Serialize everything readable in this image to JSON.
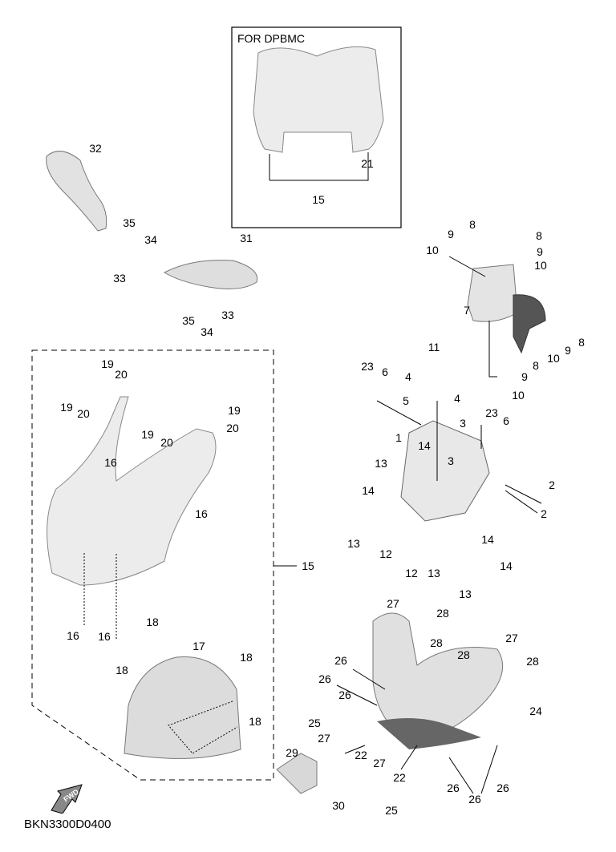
{
  "diagram_code": "BKN3300D0400",
  "inset": {
    "title": "FOR DPBMC",
    "callouts": [
      "21",
      "15"
    ]
  },
  "direction_marker": {
    "text": "FWD",
    "icon": "forward-arrow-icon"
  },
  "callouts": {
    "mirror_left": [
      "32",
      "35",
      "34",
      "33"
    ],
    "mirror_right": [
      "31",
      "35",
      "33",
      "34"
    ],
    "headlight_bracket": [
      "8",
      "9",
      "10",
      "8",
      "9",
      "10",
      "7",
      "8",
      "9",
      "10",
      "8",
      "9",
      "10"
    ],
    "stay": [
      "11",
      "23",
      "6",
      "4",
      "5",
      "4",
      "1",
      "14",
      "3",
      "23",
      "6",
      "3",
      "13",
      "14",
      "2",
      "2",
      "13",
      "12",
      "12",
      "13",
      "14",
      "14",
      "13"
    ],
    "cowling_assy": [
      "15",
      "19",
      "20",
      "19",
      "20",
      "19",
      "20",
      "19",
      "20",
      "16",
      "16",
      "16",
      "16",
      "18",
      "17",
      "18",
      "18",
      "18"
    ],
    "under_cowling": [
      "27",
      "28",
      "28",
      "27",
      "26",
      "28",
      "28",
      "26",
      "26",
      "24",
      "25",
      "27",
      "29",
      "22",
      "27",
      "22",
      "26",
      "26",
      "26",
      "25",
      "30"
    ]
  },
  "colors": {
    "line": "#000000",
    "part_fill": "#e6e6e6",
    "part_shade": "#b8b8b8",
    "dark_part": "#555555"
  }
}
